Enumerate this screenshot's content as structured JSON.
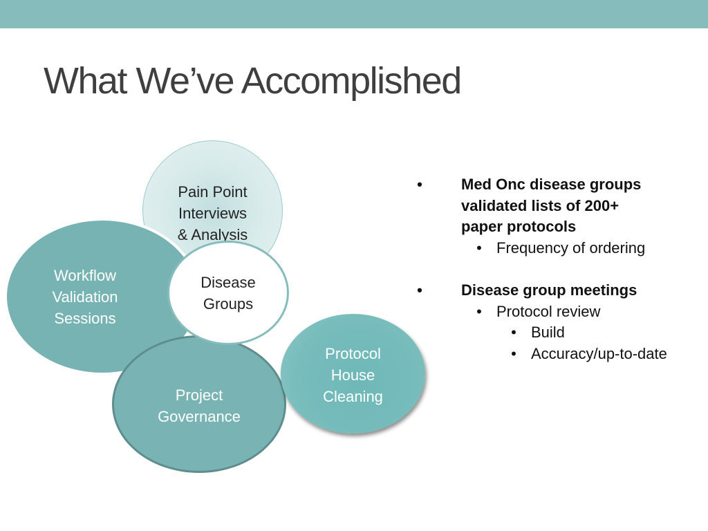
{
  "slide": {
    "title": "What We’ve Accomplished",
    "accent_color": "#86BCBC"
  },
  "diagram": {
    "circles": {
      "pain_point": [
        "Pain Point",
        "Interviews",
        "& Analysis"
      ],
      "workflow": [
        "Workflow",
        "Validation",
        "Sessions"
      ],
      "project": [
        "Project",
        "Governance"
      ],
      "protocol": [
        "Protocol",
        "House",
        "Cleaning"
      ],
      "disease": [
        "Disease",
        "Groups"
      ]
    }
  },
  "bullets": {
    "bullet_glyph": "•",
    "item1": [
      "Med Onc disease groups",
      "validated lists of 200+",
      "paper protocols"
    ],
    "item1_sub": "Frequency of ordering",
    "item2": "Disease group meetings",
    "item2_sub": "Protocol review",
    "item2_subsub": [
      "Build",
      "Accuracy/up-to-date"
    ]
  }
}
